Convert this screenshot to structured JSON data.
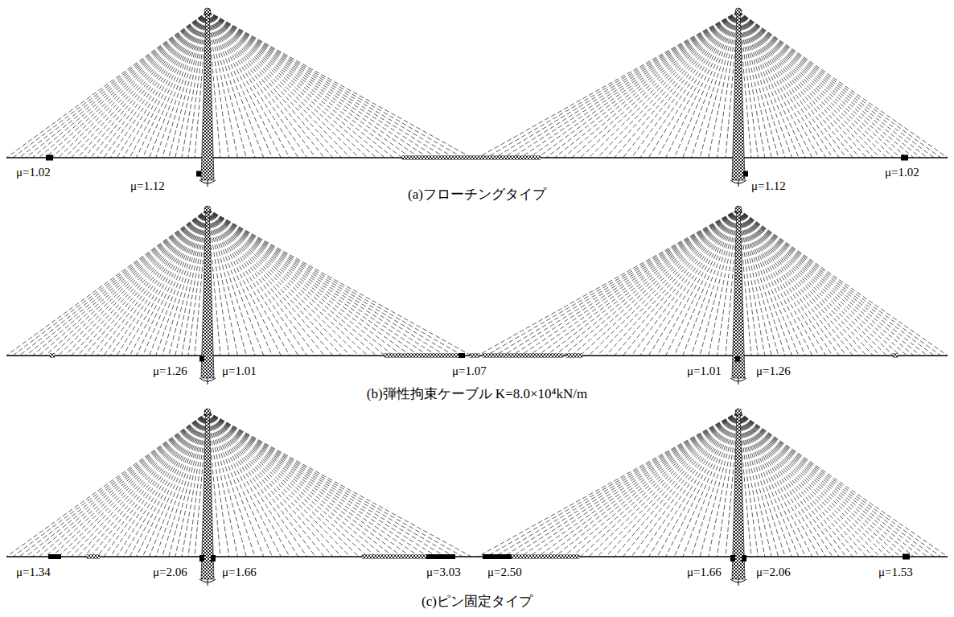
{
  "diagram": {
    "labels": [
      "μ=1.02",
      "μ=1.12",
      "μ=1.12",
      "μ=1.02",
      "(a)フローチングタイプ",
      "μ=1.26",
      "μ=1.01",
      "μ=1.07",
      "μ=1.01",
      "μ=1.26",
      "(b)弾性拘束ケーブル K=8.0×10⁴kN/m",
      "μ=1.34",
      "μ=2.06",
      "μ=1.66",
      "μ=3.03",
      "μ=2.50",
      "μ=1.66",
      "μ=2.06",
      "μ=1.53",
      "(c)ピン固定タイプ"
    ]
  }
}
